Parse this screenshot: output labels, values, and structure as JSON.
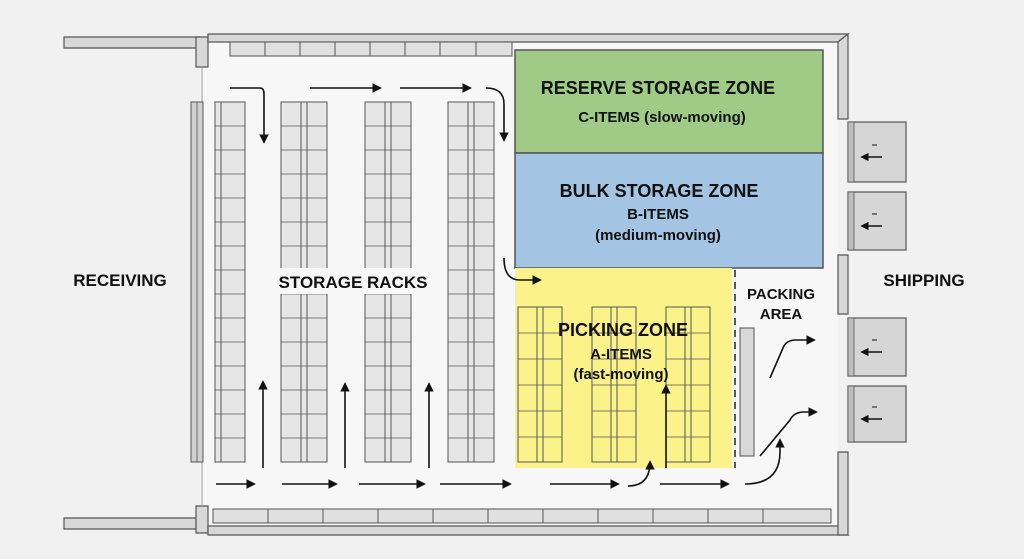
{
  "labels": {
    "receiving": "RECEIVING",
    "storage_racks": "STORAGE RACKS",
    "shipping": "SHIPPING",
    "packing_area_line1": "PACKING",
    "packing_area_line2": "AREA"
  },
  "zones": {
    "reserve": {
      "title": "RESERVE STORAGE ZONE",
      "sub": "C-ITEMS (slow-moving)",
      "color": "#9fcb86"
    },
    "bulk": {
      "title": "BULK STORAGE ZONE",
      "sub1": "B-ITEMS",
      "sub2": "(medium-moving)",
      "color": "#a3c4e2"
    },
    "picking": {
      "title": "PICKING ZONE",
      "sub1": "A-ITEMS",
      "sub2": "(fast-moving)",
      "color": "#fbf28a"
    }
  },
  "dock_doors": [
    "dock",
    "dock",
    "dock",
    "dock"
  ],
  "colors": {
    "wall": "#6f6f6f",
    "rack_fill": "#e6e6e6",
    "rack_line": "#555555",
    "arrow": "#111111"
  }
}
